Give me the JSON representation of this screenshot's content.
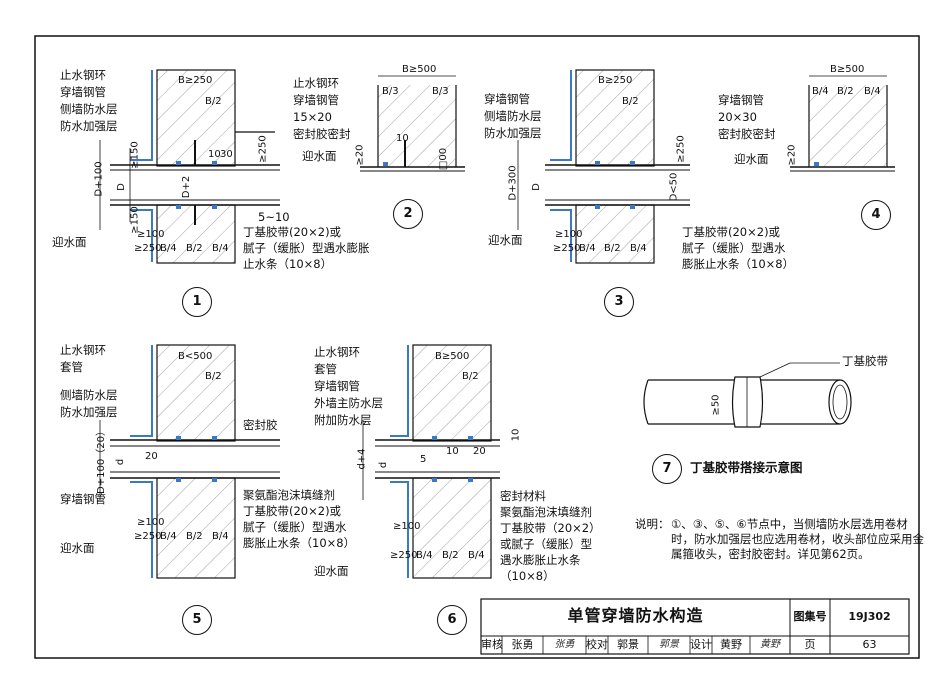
{
  "detail1": {
    "labels": [
      "止水钢环",
      "穿墙钢管",
      "侧墙防水层",
      "防水加强层"
    ],
    "dims": {
      "b": "B≥250",
      "b2": "B/2",
      "d100": "D+100",
      "d": "D",
      "d2": "D+2",
      "gt150a": "≥150",
      "gt150b": "≥150",
      "gt250": "≥250",
      "gap": "5~10",
      "gt100": "≥100",
      "gt250b": "≥250",
      "b4": "B/4",
      "b2b": "B/2",
      "b4b": "B/4",
      "ten": "10",
      "thirty": "30"
    },
    "water_face": "迎水面",
    "strip_note": [
      "丁基胶带(20×2)或",
      "腻子（缓胀）型遇水膨胀",
      "止水条（10×8）"
    ],
    "number": "1"
  },
  "detail2": {
    "labels": [
      "止水钢环",
      "穿墙钢管",
      "15×20",
      "密封胶密封"
    ],
    "dims": {
      "b": "B≥500",
      "b3a": "B/3",
      "b3b": "B/3",
      "ten": "10",
      "gt20": "≥20",
      "sq": "□00"
    },
    "water_face": "迎水面",
    "number": "2"
  },
  "detail3": {
    "labels": [
      "穿墙钢管",
      "侧墙防水层",
      "防水加强层"
    ],
    "dims": {
      "b": "B≥250",
      "b2": "B/2",
      "d300": "D+300",
      "d": "D",
      "dlt50": "D<50",
      "gt250": "≥250",
      "gt100": "≥100",
      "gt250b": "≥250",
      "b4": "B/4",
      "b2b": "B/2",
      "b4b": "B/4"
    },
    "water_face": "迎水面",
    "strip_note": [
      "丁基胶带(20×2)或",
      "腻子（缓胀）型遇水",
      "膨胀止水条（10×8）"
    ],
    "number": "3"
  },
  "detail4": {
    "labels": [
      "穿墙钢管",
      "20×30",
      "密封胶密封"
    ],
    "dims": {
      "b": "B≥500",
      "b4a": "B/4",
      "b2": "B/2",
      "b4b": "B/4",
      "gt20": "≥20"
    },
    "water_face": "迎水面",
    "number": "4"
  },
  "detail5": {
    "labels_top": [
      "止水钢环",
      "套管"
    ],
    "labels_mid": [
      "侧墙防水层",
      "防水加强层"
    ],
    "label_seal": "密封胶",
    "label_pipe": "穿墙钢管",
    "dims": {
      "b": "B<500",
      "b2": "B/2",
      "d100": "D+100（20）",
      "d": "d",
      "twenty": "20",
      "gt100": "≥100",
      "gt250": "≥250",
      "b4": "B/4",
      "b2b": "B/2",
      "b4b": "B/4"
    },
    "water_face": "迎水面",
    "strip_note": [
      "聚氨酯泡沫填缝剂",
      "丁基胶带(20×2)或",
      "腻子（缓胀）型遇水",
      "膨胀止水条（10×8）"
    ],
    "number": "5"
  },
  "detail6": {
    "labels": [
      "止水钢环",
      "套管",
      "穿墙钢管",
      "外墙主防水层",
      "附加防水层"
    ],
    "dims": {
      "b": "B≥500",
      "b2": "B/2",
      "d4": "d+4",
      "d": "d",
      "five": "5",
      "ten": "10",
      "twenty": "20",
      "ten2": "10",
      "gt100": "≥100",
      "gt250": "≥250",
      "b4": "B/4",
      "b2b": "B/2",
      "b4b": "B/4"
    },
    "water_face": "迎水面",
    "strip_note": [
      "密封材料",
      "聚氨酯泡沫填缝剂",
      "丁基胶带（20×2）",
      "或腻子（缓胀）型",
      "遇水膨胀止水条",
      "（10×8）"
    ],
    "number": "6"
  },
  "detail7": {
    "tape_label": "丁基胶带",
    "dim": "≥50",
    "number": "7",
    "caption": "丁基胶带搭接示意图"
  },
  "notes": {
    "label": "说明：",
    "text": "①、③、⑤、⑥节点中，当侧墙防水层选用卷材时，防水加强层也应选用卷材，收头部位应采用金属箍收头，密封胶密封。详见第62页。"
  },
  "title_block": {
    "title": "单管穿墙防水构造",
    "atlas_label": "图集号",
    "atlas_no": "19J302",
    "review_label": "审核",
    "reviewer": "张勇",
    "reviewer_sig": "张勇",
    "check_label": "校对",
    "checker": "郭景",
    "checker_sig": "郭景",
    "design_label": "设计",
    "designer": "黄野",
    "designer_sig": "黄野",
    "page_label": "页",
    "page_no": "63"
  },
  "colors": {
    "line": "#111111",
    "waterproof": "#3a78c8",
    "hatch": "#555555"
  }
}
